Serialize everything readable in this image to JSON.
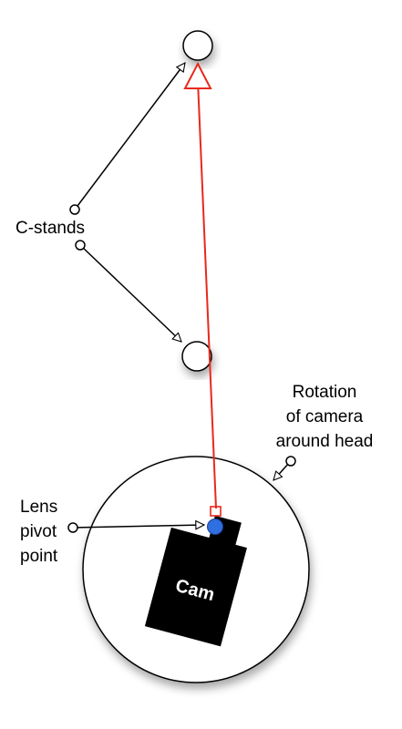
{
  "labels": {
    "c_stands": "C-stands",
    "rotation": [
      "Rotation",
      "of camera",
      "around head"
    ],
    "lens_pivot": [
      "Lens",
      "pivot",
      "point"
    ],
    "camera": "Cam"
  },
  "colors": {
    "sightline": "#e8291c",
    "lens": "#2f6fe0",
    "camera_body": "#000000",
    "outline": "#000000",
    "background": "#ffffff"
  }
}
